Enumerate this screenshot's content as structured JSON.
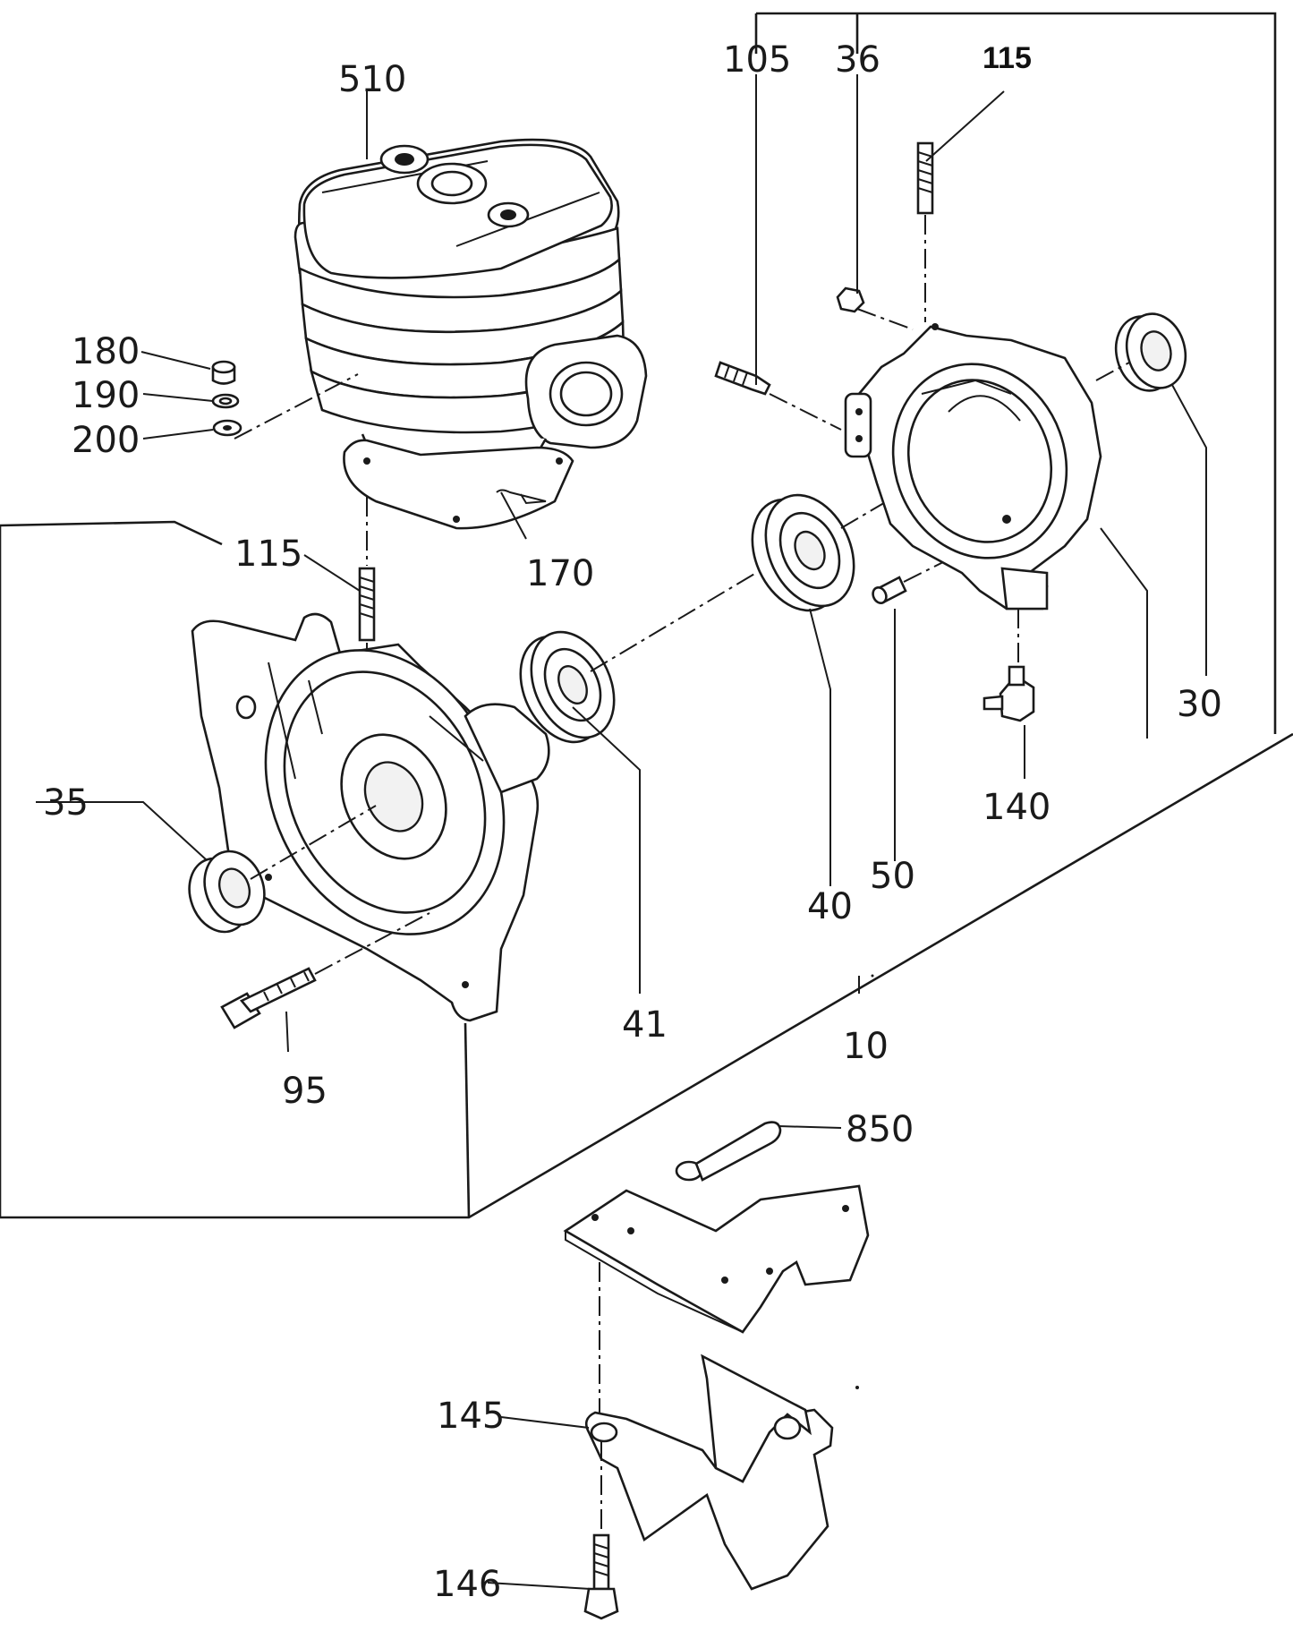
{
  "parts": [
    {
      "id": "p510",
      "label": "510"
    },
    {
      "id": "p180",
      "label": "180"
    },
    {
      "id": "p190",
      "label": "190"
    },
    {
      "id": "p200",
      "label": "200"
    },
    {
      "id": "p170",
      "label": "170"
    },
    {
      "id": "p115a",
      "label": "115"
    },
    {
      "id": "p35",
      "label": "35"
    },
    {
      "id": "p95",
      "label": "95"
    },
    {
      "id": "p41",
      "label": "41"
    },
    {
      "id": "p105",
      "label": "105"
    },
    {
      "id": "p36",
      "label": "36"
    },
    {
      "id": "p115b",
      "label": "115"
    },
    {
      "id": "p30",
      "label": "30"
    },
    {
      "id": "p140",
      "label": "140"
    },
    {
      "id": "p50",
      "label": "50"
    },
    {
      "id": "p40",
      "label": "40"
    },
    {
      "id": "p10",
      "label": "10"
    },
    {
      "id": "p850",
      "label": "850"
    },
    {
      "id": "p145",
      "label": "145"
    },
    {
      "id": "p146",
      "label": "146"
    }
  ]
}
